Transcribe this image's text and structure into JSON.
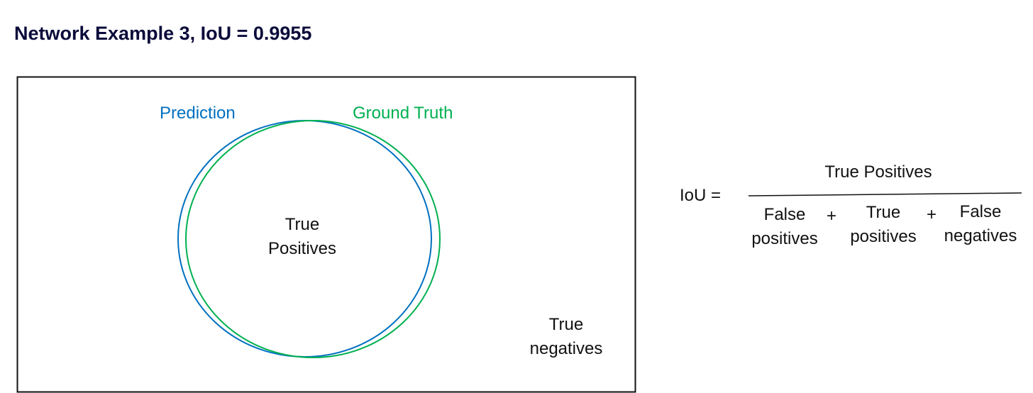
{
  "title": "Network Example 3, IoU = 0.9955",
  "diagram": {
    "prediction_label": "Prediction",
    "ground_truth_label": "Ground Truth",
    "true_positives": [
      "True",
      "Positives"
    ],
    "true_negatives": [
      "True",
      "negatives"
    ],
    "colors": {
      "prediction": "#0070c0",
      "ground_truth": "#00b050"
    }
  },
  "formula": {
    "lhs": "IoU =",
    "numerator": "True Positives",
    "terms": [
      [
        "False",
        "positives"
      ],
      [
        "True",
        "positives"
      ],
      [
        "False",
        "negatives"
      ]
    ],
    "operators": [
      "+",
      "+"
    ]
  }
}
